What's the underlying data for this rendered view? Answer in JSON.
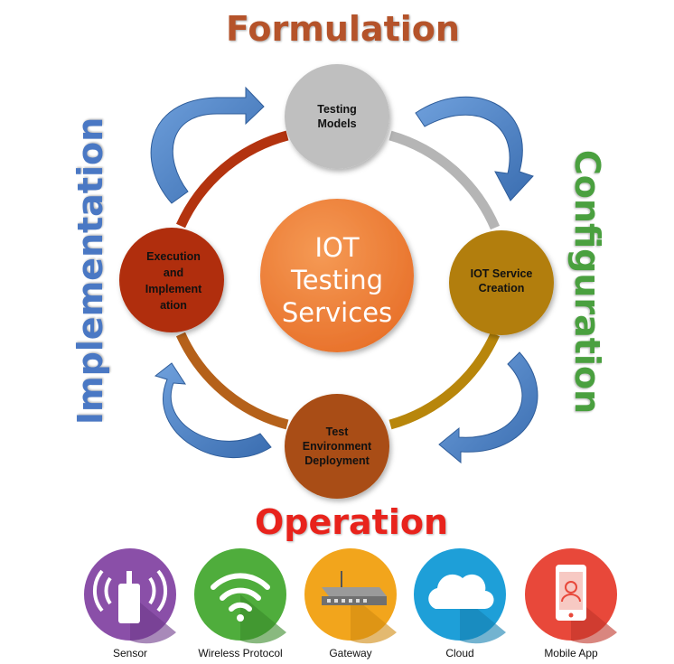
{
  "phases": {
    "formulation": "Formulation",
    "configuration": "Configuration",
    "operation": "Operation",
    "implementation": "Implementation"
  },
  "center": {
    "line1": "IOT",
    "line2": "Testing",
    "line3": "Services"
  },
  "nodes": {
    "testing_models": {
      "line1": "Testing",
      "line2": "Models"
    },
    "iot_service_creation": {
      "line1": "IOT Service",
      "line2": "Creation"
    },
    "test_env": {
      "line1": "Test",
      "line2": "Environment",
      "line3": "Deployment"
    },
    "execution": {
      "line1": "Execution",
      "line2": "and",
      "line3": "Implement",
      "line4": "ation"
    }
  },
  "technologies": [
    {
      "label": "Sensor",
      "icon": "sensor-icon",
      "color": "#8a4fa8"
    },
    {
      "label": "Wireless Protocol",
      "icon": "wifi-icon",
      "color": "#4fad3c"
    },
    {
      "label": "Gateway",
      "icon": "gateway-icon",
      "color": "#f2a51c"
    },
    {
      "label": "Cloud",
      "icon": "cloud-icon",
      "color": "#1e9fd8"
    },
    {
      "label": "Mobile App",
      "icon": "mobile-app-icon",
      "color": "#e8483a"
    }
  ],
  "colors": {
    "formulation": "#b5532a",
    "configuration": "#4aa03f",
    "operation": "#e8231c",
    "implementation": "#4a78c4",
    "center": "#ef7d33",
    "testing_models": "#bfbfbf",
    "iot_service_creation": "#b27e0f",
    "test_env": "#a94d12",
    "execution": "#b02e0c",
    "arrow": "#4f82c2"
  }
}
